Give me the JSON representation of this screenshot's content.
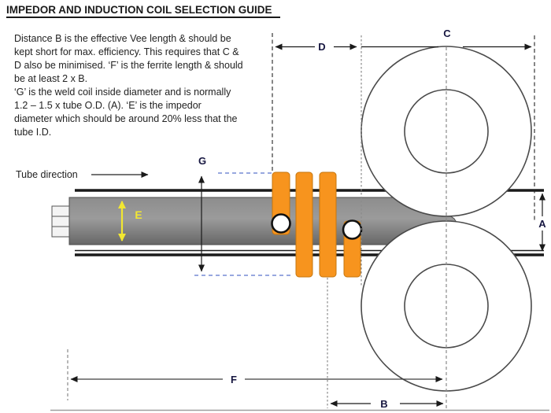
{
  "page": {
    "title": "IMPEDOR AND INDUCTION COIL SELECTION GUIDE"
  },
  "description": {
    "lines": [
      "Distance B is the effective Vee length & should be",
      "kept short for max. efficiency. This requires  that C &",
      "D also be minimised. ‘F’ is the ferrite length & should",
      "be at least 2 x B.",
      "‘G’ is the weld coil inside diameter and is normally",
      "1.2 – 1.5 x tube O.D. (A). ‘E’ is the impedor",
      "diameter which should be around 20% less that the",
      "tube I.D."
    ]
  },
  "diagram": {
    "tube_direction_label": "Tube direction",
    "dimension_labels": {
      "A": "A",
      "B": "B",
      "C": "C",
      "D": "D",
      "E": "E",
      "F": "F",
      "G": "G"
    }
  },
  "colors": {
    "coil_orange": "#F7941E",
    "impedor_gray": "#8F8F8F",
    "dimension_e_yellow": "#F2E731",
    "guide_blue": "#5B75CC",
    "label_navy": "#161640",
    "line_black": "#1A1A1A",
    "roll_outline_gray": "#4A4A4A"
  }
}
